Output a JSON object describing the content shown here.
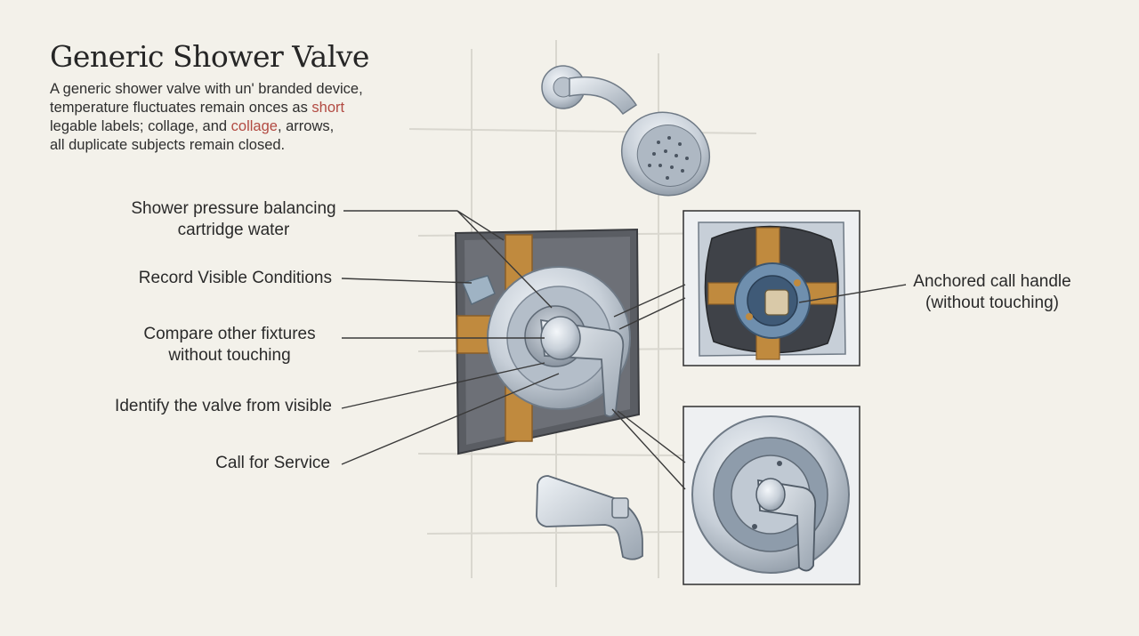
{
  "title": "Generic Shower Valve",
  "description": {
    "part1": "A generic shower valve with un' branded device,",
    "part2": "temperature fluctuates remain onces as ",
    "highlight1": "short",
    "part3": "legable labels; collage, and ",
    "highlight2": "collage",
    "part4": ", arrows,",
    "part5": "all duplicate subjects remain closed."
  },
  "labels": {
    "pressure_line1": "Shower pressure balancing",
    "pressure_line2": "cartridge water",
    "record": "Record Visible Conditions",
    "compare_line1": "Compare other fixtures",
    "compare_line2": "without touching",
    "identify": "Identify the valve from visible",
    "service": "Call for Service",
    "anchored_line1": "Anchored call handle",
    "anchored_line2": "(without touching)"
  },
  "colors": {
    "background": "#f3f1ea",
    "highlight": "#b24a42",
    "brass": "#c08a3e",
    "chrome": "#c9d0d8",
    "wall_cavity": "#5a5d63"
  },
  "icons": [
    "shower-head-icon",
    "tub-spout-icon",
    "valve-trim-icon",
    "cartridge-inset-icon",
    "handle-inset-icon"
  ]
}
